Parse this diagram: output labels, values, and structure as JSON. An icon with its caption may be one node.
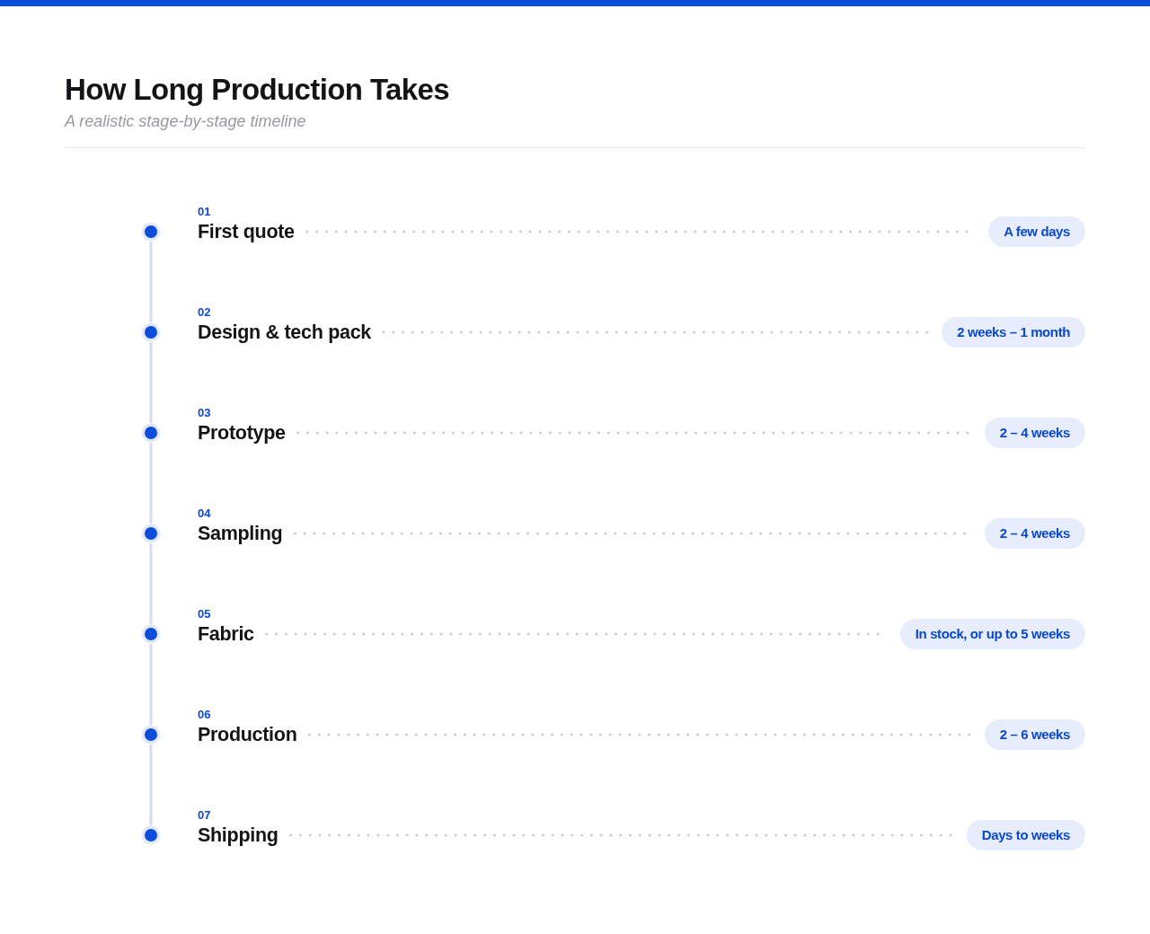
{
  "diagram": {
    "title": "How Long Production Takes",
    "nodes": [
      {
        "text": [],
        "shape": "circle"
      },
      {
        "text": [
          "01",
          "First quote"
        ]
      },
      {
        "text": [
          "A few days"
        ]
      },
      {
        "text": [],
        "shape": "circle"
      },
      {
        "text": [
          "02",
          "Design & tech pack"
        ]
      },
      {
        "text": [
          "2 weeks – 1 month"
        ]
      },
      {
        "text": [],
        "shape": "circle"
      },
      {
        "text": [
          "03",
          "Prototype"
        ]
      },
      {
        "text": [
          "2 – 4 weeks"
        ]
      },
      {
        "text": [],
        "shape": "circle"
      },
      {
        "text": [
          "04",
          "Sampling"
        ]
      },
      {
        "text": [
          "2 – 4 weeks"
        ]
      },
      {
        "text": [],
        "shape": "circle"
      },
      {
        "text": [
          "05",
          "Fabric"
        ]
      },
      {
        "text": [
          "In stock, or up to 5 weeks"
        ]
      },
      {
        "text": [],
        "shape": "circle"
      },
      {
        "text": [
          "06",
          "Production"
        ]
      },
      {
        "text": [
          "2 – 6 weeks"
        ]
      },
      {
        "text": [],
        "shape": "circle"
      },
      {
        "text": [
          "07",
          "Shipping"
        ]
      },
      {
        "text": [
          "Days to weeks"
        ]
      }
    ],
    "edges": [
      {
        "from": 1,
        "to": 2,
        "arrow": "none",
        "style": "dashed"
      },
      {
        "from": 0,
        "to": 3,
        "arrow": "none",
        "color": "#d4ddf7"
      },
      {
        "from": 4,
        "to": 5,
        "arrow": "none",
        "style": "dashed"
      },
      {
        "from": 3,
        "to": 6,
        "arrow": "none",
        "color": "#d4ddf7"
      },
      {
        "from": 7,
        "to": 8,
        "arrow": "none",
        "style": "dashed"
      },
      {
        "from": 6,
        "to": 9,
        "arrow": "none",
        "color": "#d4ddf7"
      },
      {
        "from": 10,
        "to": 11,
        "arrow": "none",
        "style": "dashed"
      },
      {
        "from": 9,
        "to": 12,
        "arrow": "none",
        "color": "#d4ddf7"
      },
      {
        "from": 13,
        "to": 14,
        "arrow": "none",
        "style": "dashed"
      },
      {
        "from": 12,
        "to": 15,
        "arrow": "none",
        "color": "#d4ddf7"
      },
      {
        "from": 16,
        "to": 17,
        "arrow": "none",
        "style": "dashed"
      },
      {
        "from": 15,
        "to": 18,
        "arrow": "none",
        "color": "#d4ddf7"
      },
      {
        "from": 19,
        "to": 20,
        "arrow": "none",
        "style": "dashed"
      }
    ],
    "labels": [
      "A realistic stage-by-stage timeline"
    ]
  }
}
